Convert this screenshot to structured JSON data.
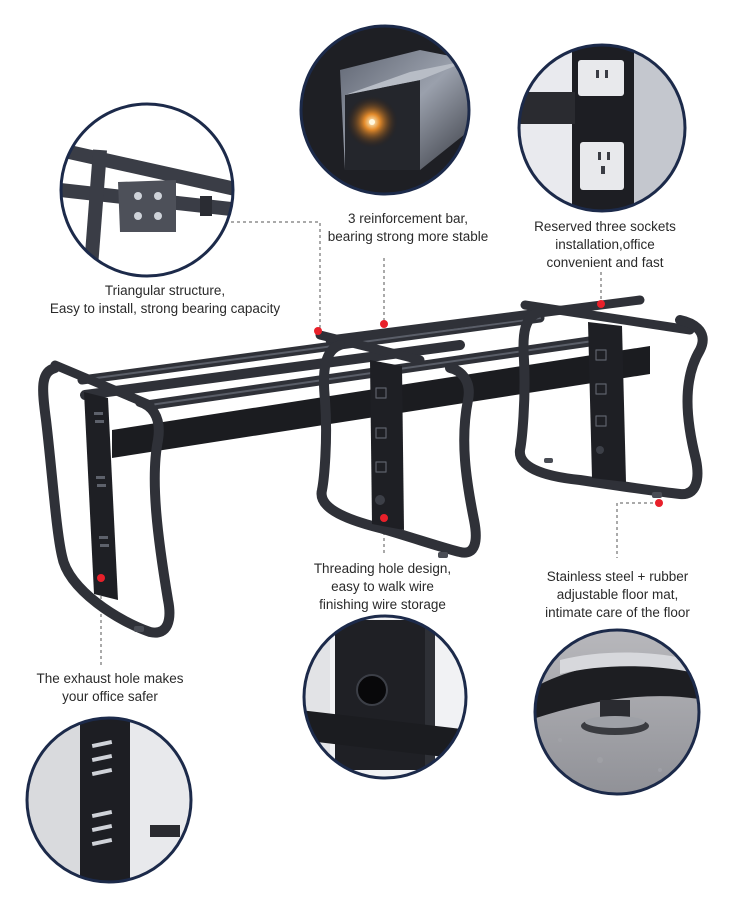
{
  "callouts": {
    "triangular": {
      "lines": [
        "Triangular structure,",
        "Easy to install, strong bearing capacity"
      ]
    },
    "reinforcement": {
      "lines": [
        "3 reinforcement bar,",
        "bearing strong more stable"
      ]
    },
    "sockets": {
      "lines": [
        "Reserved three sockets",
        "installation,office",
        "convenient and fast"
      ]
    },
    "threading": {
      "lines": [
        "Threading hole design,",
        "easy to walk wire",
        "finishing wire storage"
      ]
    },
    "floor_mat": {
      "lines": [
        "Stainless steel + rubber",
        "adjustable floor mat,",
        "intimate care of the floor"
      ]
    },
    "exhaust": {
      "lines": [
        "The exhaust hole makes",
        "your office safer"
      ]
    }
  },
  "colors": {
    "frame": "#2f3138",
    "frame_edge": "#1a1b20",
    "circle_border": "#1c2a4a",
    "marker": "#e8202a",
    "text": "#2a2a2a",
    "background": "#ffffff"
  },
  "icons": {
    "marker": "red-dot-marker"
  }
}
